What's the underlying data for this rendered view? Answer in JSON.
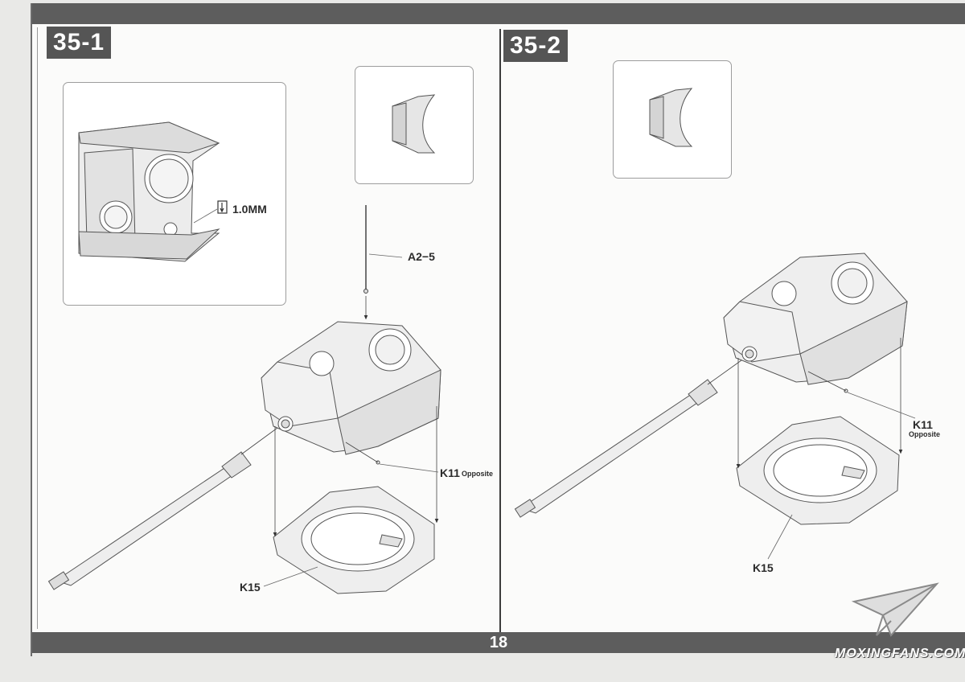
{
  "steps": [
    {
      "id": "35-1"
    },
    {
      "id": "35-2"
    }
  ],
  "labels": {
    "drill_size": "1.0MM",
    "a2_5": "A2−5",
    "k11": "K11",
    "opposite": "Opposite",
    "k15": "K15"
  },
  "footer": {
    "page_number": "18"
  },
  "watermark": {
    "text": "MOXINGFANS.COM"
  }
}
